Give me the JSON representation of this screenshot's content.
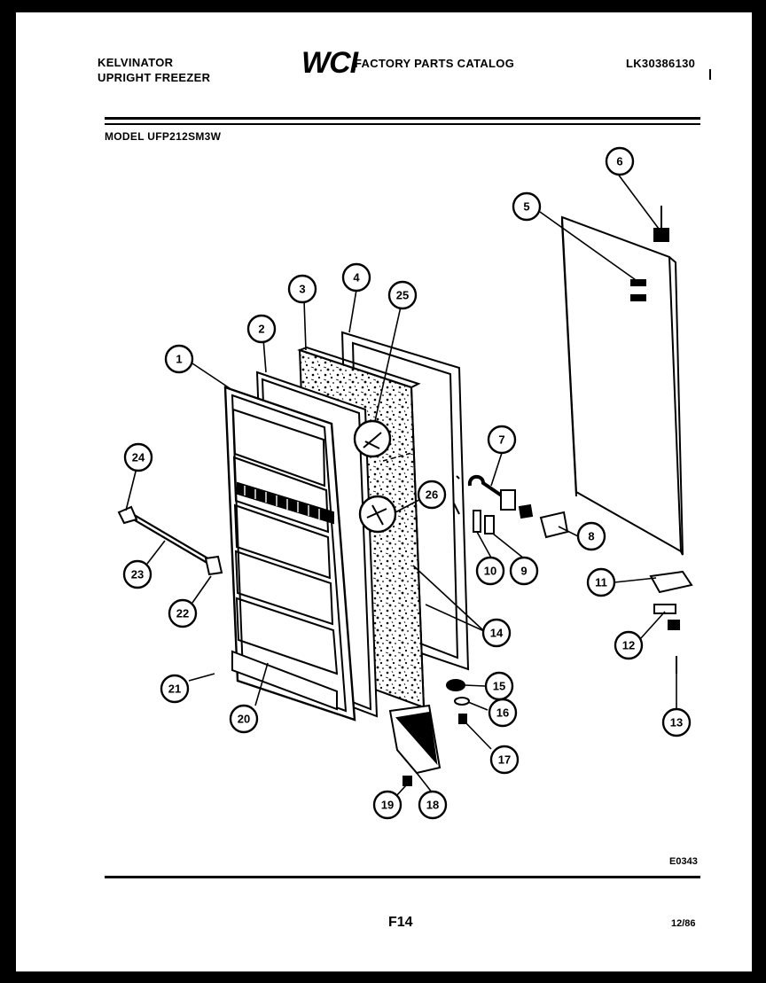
{
  "header": {
    "brand_line1": "KELVINATOR",
    "brand_line2": "UPRIGHT FREEZER",
    "logo": "WCI",
    "catalog_title": "FACTORY PARTS CATALOG",
    "catalog_number": "LK30386130",
    "model": "MODEL UFP212SM3W"
  },
  "callouts": [
    "1",
    "2",
    "3",
    "4",
    "5",
    "6",
    "7",
    "8",
    "9",
    "10",
    "11",
    "12",
    "13",
    "14",
    "15",
    "16",
    "17",
    "18",
    "19",
    "20",
    "21",
    "22",
    "23",
    "24",
    "25",
    "26"
  ],
  "footer": {
    "drawing_code": "E0343",
    "page": "F14",
    "date": "12/86"
  }
}
